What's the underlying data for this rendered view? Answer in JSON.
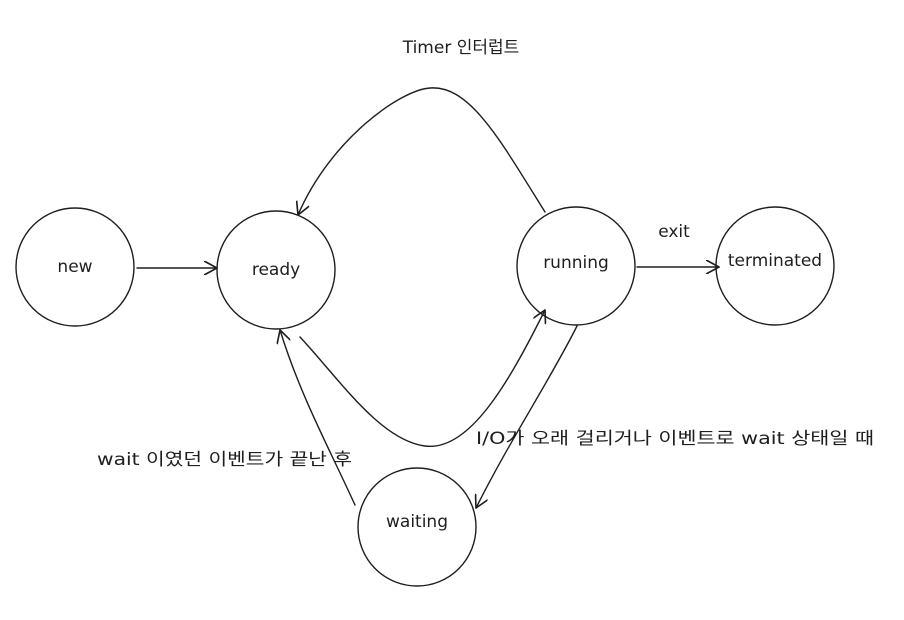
{
  "diagram": {
    "states": {
      "new": "new",
      "ready": "ready",
      "running": "running",
      "terminated": "terminated",
      "waiting": "waiting"
    },
    "transitions": {
      "timer_interrupt": "Timer 인터럽트",
      "exit": "exit",
      "io_wait": "I/O가 오래 걸리거나 이벤트로 wait 상태일 때",
      "event_done": "wait 이였던 이벤트가 끝난 후"
    }
  }
}
